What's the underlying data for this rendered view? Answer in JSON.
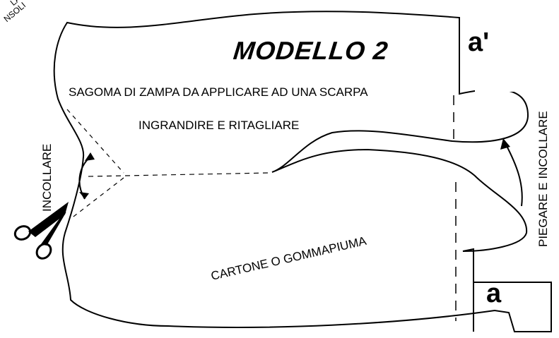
{
  "title": "MODELLO 2",
  "labels": {
    "description": "SAGOMA DI ZAMPA DA APPLICARE AD UNA SCARPA",
    "instruction": "INGRANDIRE E RITAGLIARE",
    "material": "CARTONE O GOMMAPIUMA",
    "glue_left": "INCOLLARE",
    "fold_glue": "PIEGARE E INCOLLARE",
    "mark_top": "a'",
    "mark_bottom": "a",
    "corner_line_1": "LA",
    "corner_line_2": "NSOLI"
  },
  "colors": {
    "ink": "#000000",
    "paper": "#ffffff"
  },
  "icons": [
    "scissors-icon",
    "fold-arrow-icon",
    "curved-arrow-icon"
  ]
}
